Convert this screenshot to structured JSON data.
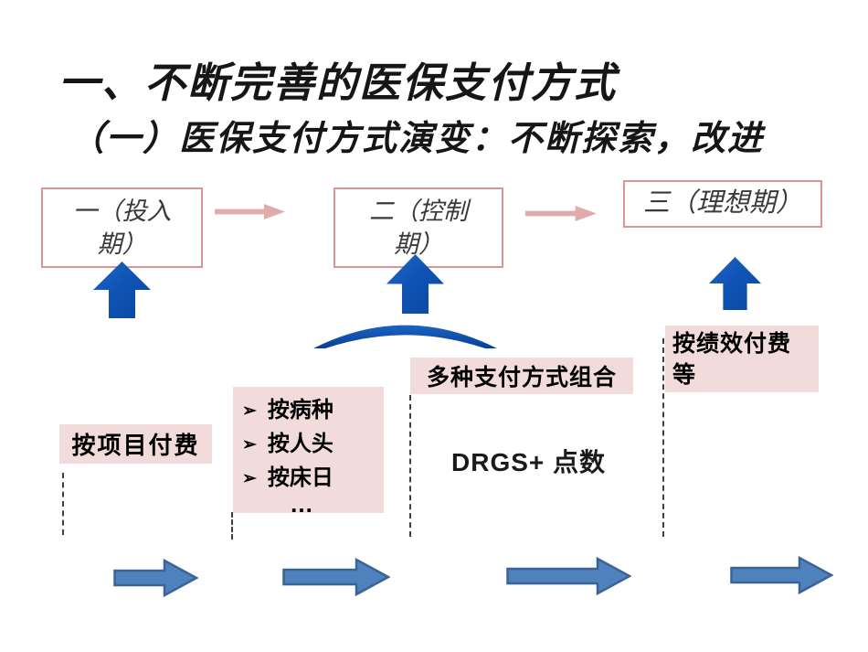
{
  "slide": {
    "title": "一、不断完善的医保支付方式",
    "subtitle": "（一）医保支付方式演变：不断探索，改进"
  },
  "timeline": {
    "stage_boxes": [
      {
        "lines": [
          "一（投入",
          "期）"
        ]
      },
      {
        "lines": [
          "二（控制",
          "期）"
        ]
      },
      {
        "lines": [
          "三（理想期）"
        ]
      }
    ]
  },
  "payment_labels": {
    "stage1": "按项目付费",
    "stage2": {
      "bullet_glyph": "➢",
      "items": [
        "按病种",
        "按人头",
        "按床日"
      ],
      "ellipsis": "…"
    },
    "stage3": {
      "tag": "多种支付方式组合",
      "detail": "DRGS+ 点数"
    },
    "stage4": "按绩效付费等"
  },
  "colors": {
    "pink_border": "#D99694",
    "pink_panel_fill": "#F2DCDB",
    "pink_arrow_fill": "#E0ACAB",
    "up_arrow_blue": "#0F54B4",
    "arc_blue": "#0B51A8",
    "bottom_arrow_fill": "#4F81BD",
    "bottom_arrow_stroke": "#3A6494"
  }
}
